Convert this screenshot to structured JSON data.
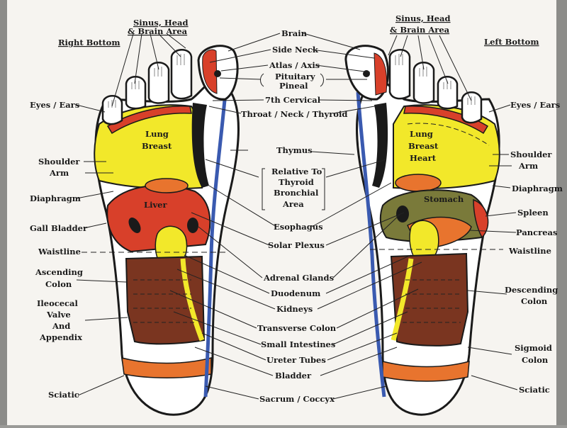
{
  "headers": {
    "right_bottom": "Right Bottom",
    "left_bottom": "Left Bottom",
    "sinus_line1": "Sinus, Head",
    "sinus_line2": "& Brain Area"
  },
  "center_labels": {
    "brain": "Brain",
    "side_neck": "Side Neck",
    "atlas_axis": "Atlas / Axis",
    "pituitary": "Pituitary",
    "pineal": "Pineal",
    "cervical": "7th Cervical",
    "throat": "Throat / Neck / Thyroid",
    "thymus": "Thymus",
    "relative_1": "Relative To",
    "relative_2": "Thyroid",
    "relative_3": "Bronchial",
    "relative_4": "Area",
    "esophagus": "Esophagus",
    "solar_plexus": "Solar Plexus",
    "adrenal": "Adrenal Glands",
    "duodenum": "Duodenum",
    "kidneys": "Kidneys",
    "transverse": "Transverse Colon",
    "small_intestines": "Small Intestines",
    "ureter": "Ureter Tubes",
    "bladder": "Bladder",
    "sacrum": "Sacrum / Coccyx"
  },
  "left_labels": {
    "eyes_ears": "Eyes / Ears",
    "shoulder": "Shoulder",
    "arm": "Arm",
    "diaphragm": "Diaphragm",
    "gall_bladder": "Gall Bladder",
    "waistline": "Waistline",
    "ascending_1": "Ascending",
    "ascending_2": "Colon",
    "ileo_1": "Ileocecal",
    "ileo_2": "Valve",
    "ileo_3": "And",
    "ileo_4": "Appendix",
    "sciatic": "Sciatic"
  },
  "right_labels": {
    "eyes_ears": "Eyes / Ears",
    "shoulder": "Shoulder",
    "arm": "Arm",
    "diaphragm": "Diaphragm",
    "spleen": "Spleen",
    "pancreas": "Pancreas",
    "waistline": "Waistline",
    "descending_1": "Descending",
    "descending_2": "Colon",
    "sigmoid_1": "Sigmoid",
    "sigmoid_2": "Colon",
    "sciatic": "Sciatic"
  },
  "foot_labels": {
    "lung_left": "Lung",
    "breast_left": "Breast",
    "liver": "Liver",
    "lung_right": "Lung",
    "breast_right": "Breast",
    "heart": "Heart",
    "stomach": "Stomach"
  },
  "colors": {
    "yellow": "#f2e82a",
    "red": "#d8402a",
    "orange": "#e8742e",
    "brown": "#7a3520",
    "olive": "#7a7a3a",
    "blue": "#3a5ab0",
    "outline": "#1a1a1a",
    "paper": "#f6f4f0"
  }
}
